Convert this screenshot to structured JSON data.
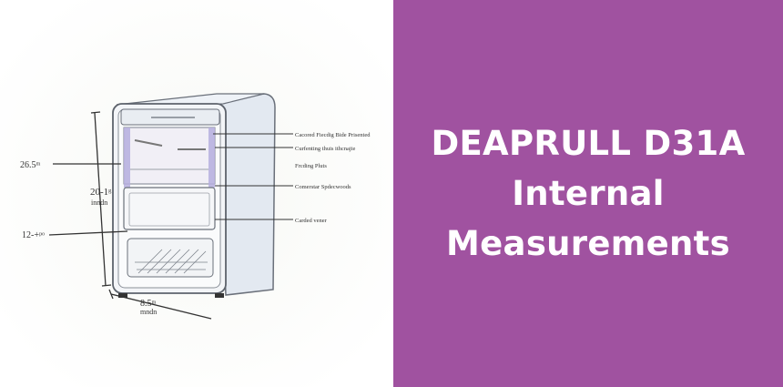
{
  "colors": {
    "panel": "#a052a0",
    "background": "#ffffff"
  },
  "heading": {
    "line1": "DEAPRULL D31A",
    "line2": "Internal",
    "line3": "Measurements"
  },
  "diagram": {
    "dims": {
      "side_upper": "26.5ᵐ",
      "height": "20-1ᵍ",
      "height_unit": "inndn",
      "side_lower": "12-+ᵖᵒ",
      "width": "8.5ᵐ",
      "width_unit": "mndn"
    },
    "callouts": [
      "Cacored Fiecdig Bide Prisented",
      "Curfenting thuis ithcnajie",
      "Frcding Pluts",
      "Comerstar Spdecwoods",
      "Carded vener"
    ]
  }
}
